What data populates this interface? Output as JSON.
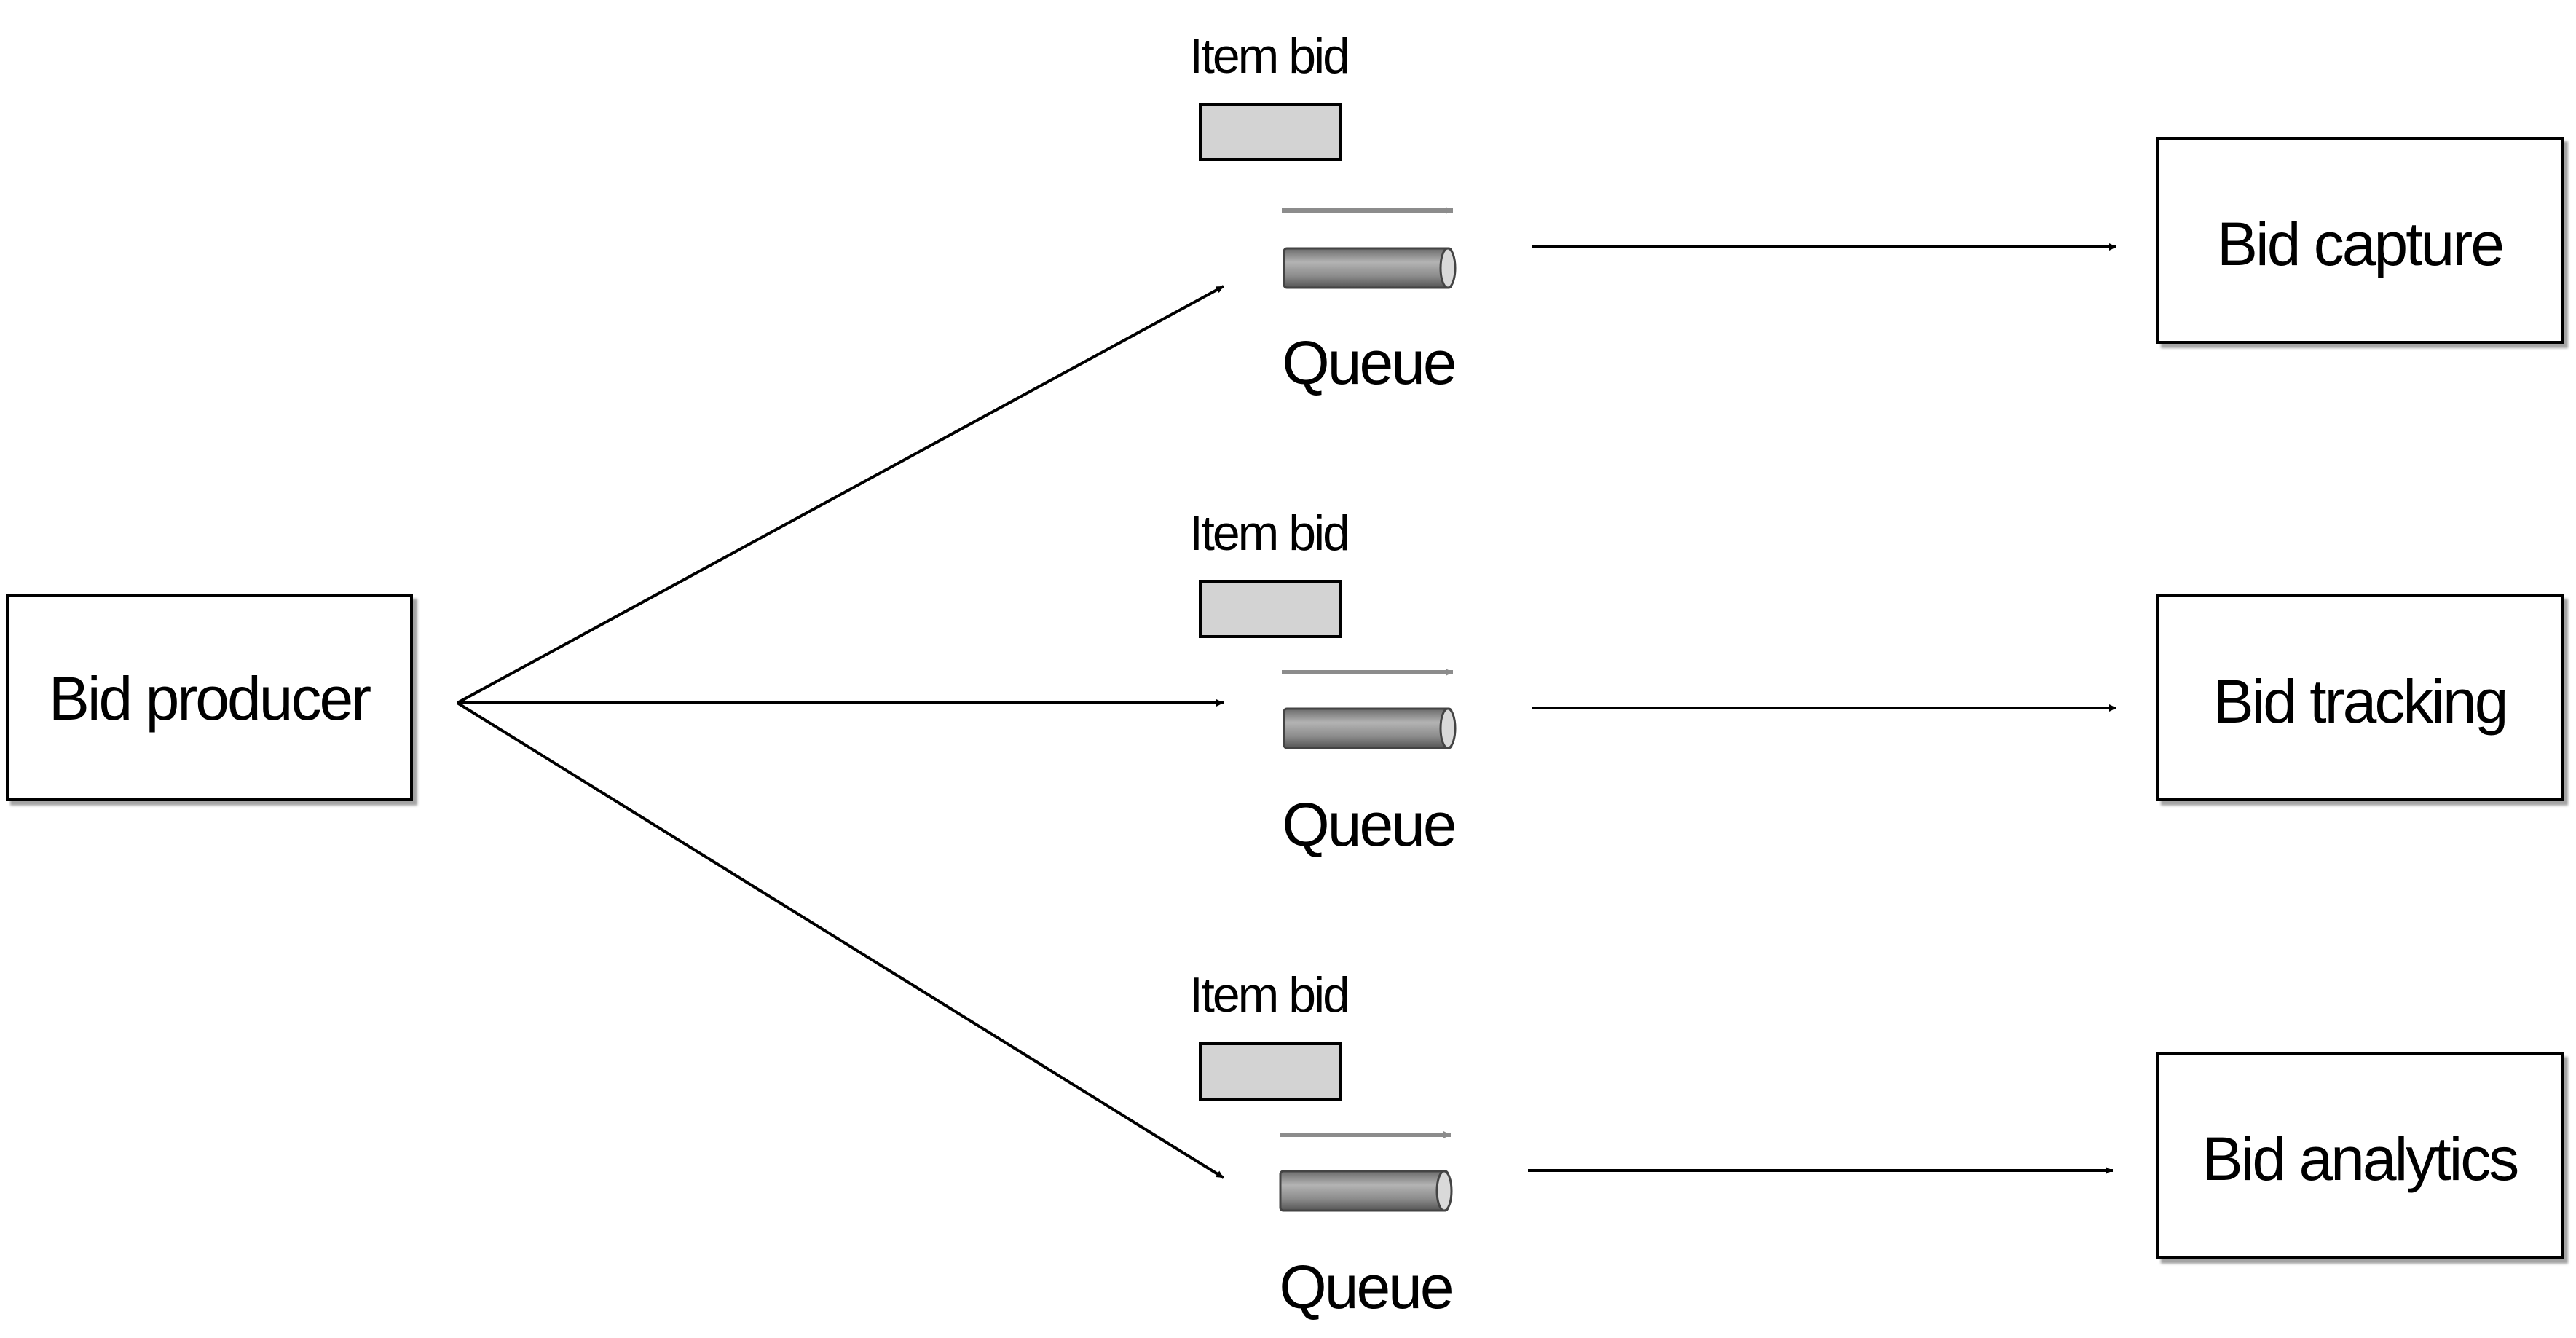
{
  "diagram": {
    "producer": {
      "label": "Bid producer"
    },
    "channels": [
      {
        "message_label": "Item bid",
        "queue_label": "Queue",
        "consumer_label": "Bid capture"
      },
      {
        "message_label": "Item bid",
        "queue_label": "Queue",
        "consumer_label": "Bid tracking"
      },
      {
        "message_label": "Item bid",
        "queue_label": "Queue",
        "consumer_label": "Bid analytics"
      }
    ]
  },
  "colors": {
    "line": "#000000",
    "box_border": "#000000",
    "box_fill": "#ffffff",
    "box_shadow": "#9a9a9a",
    "message_fill": "#d3d3d3",
    "queue_arrow": "#8c8c8c",
    "queue_dark": "#555555",
    "queue_light": "#b3b3b3"
  }
}
